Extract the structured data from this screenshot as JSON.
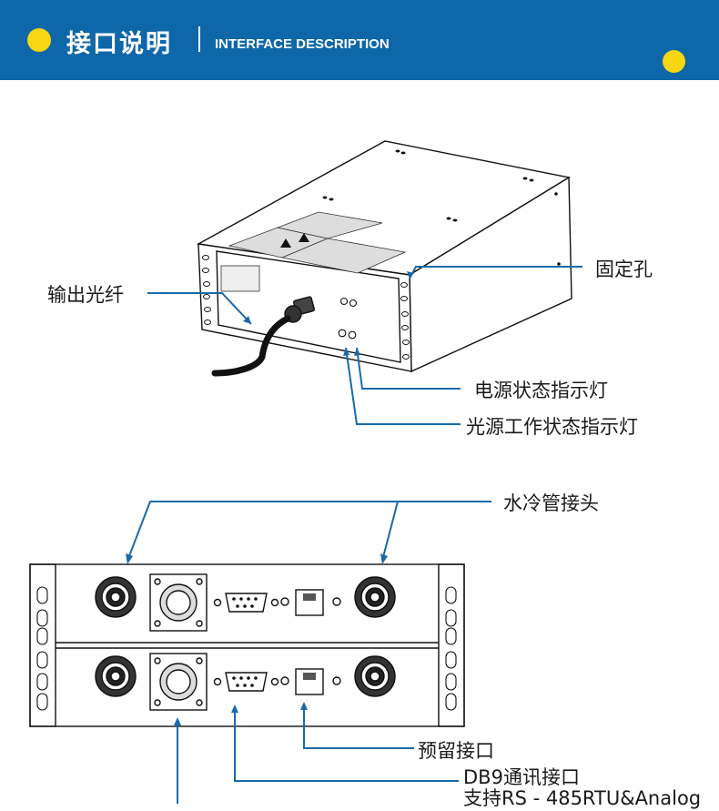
{
  "header": {
    "title_cn": "接口说明",
    "title_en": "INTERFACE DESCRIPTION",
    "accent_color": "#f6d610",
    "banner_color": "#0e67a8"
  },
  "callouts": {
    "fiber_output": "输出光纤",
    "mounting_hole": "固定孔",
    "power_indicator": "电源状态指示灯",
    "light_source_indicator": "光源工作状态指示灯",
    "water_cooling_connector": "水冷管接头",
    "reserved_port": "预留接口",
    "db9_port": "DB9通讯接口",
    "db9_support": "支持RS - 485RTU&Analog"
  },
  "callout_line_color": "#1a6aa8"
}
